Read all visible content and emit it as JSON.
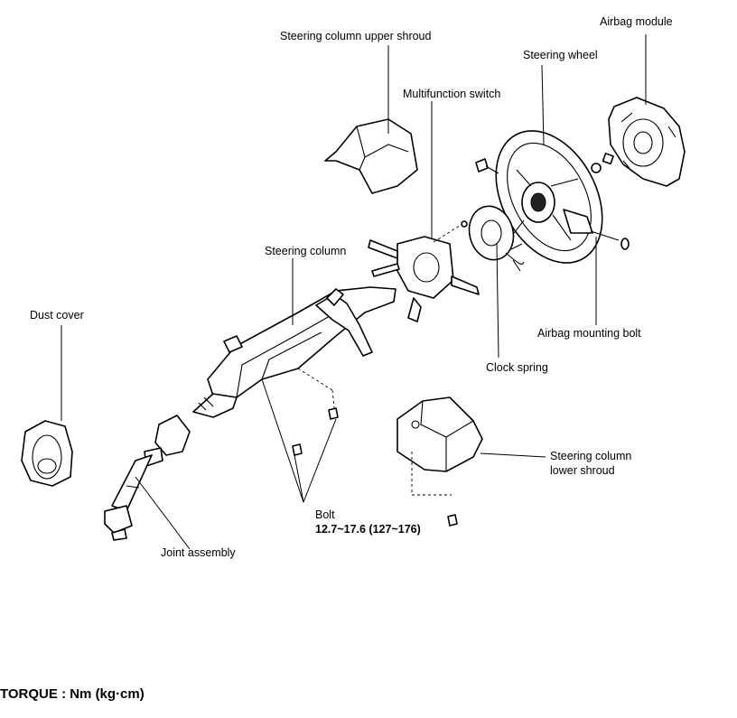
{
  "labels": {
    "airbag_module": "Airbag module",
    "upper_shroud": "Steering column upper shroud",
    "steering_wheel": "Steering wheel",
    "multifunction_switch": "Multifunction switch",
    "steering_column": "Steering column",
    "dust_cover": "Dust cover",
    "airbag_mounting_bolt": "Airbag mounting bolt",
    "clock_spring": "Clock spring",
    "lower_shroud_line1": "Steering column",
    "lower_shroud_line2": "lower shroud",
    "bolt": "Bolt",
    "bolt_torque": "12.7~17.6 (127~176)",
    "joint_assembly": "Joint assembly"
  },
  "footer": {
    "torque_note": "TORQUE : Nm (kg·cm)"
  }
}
